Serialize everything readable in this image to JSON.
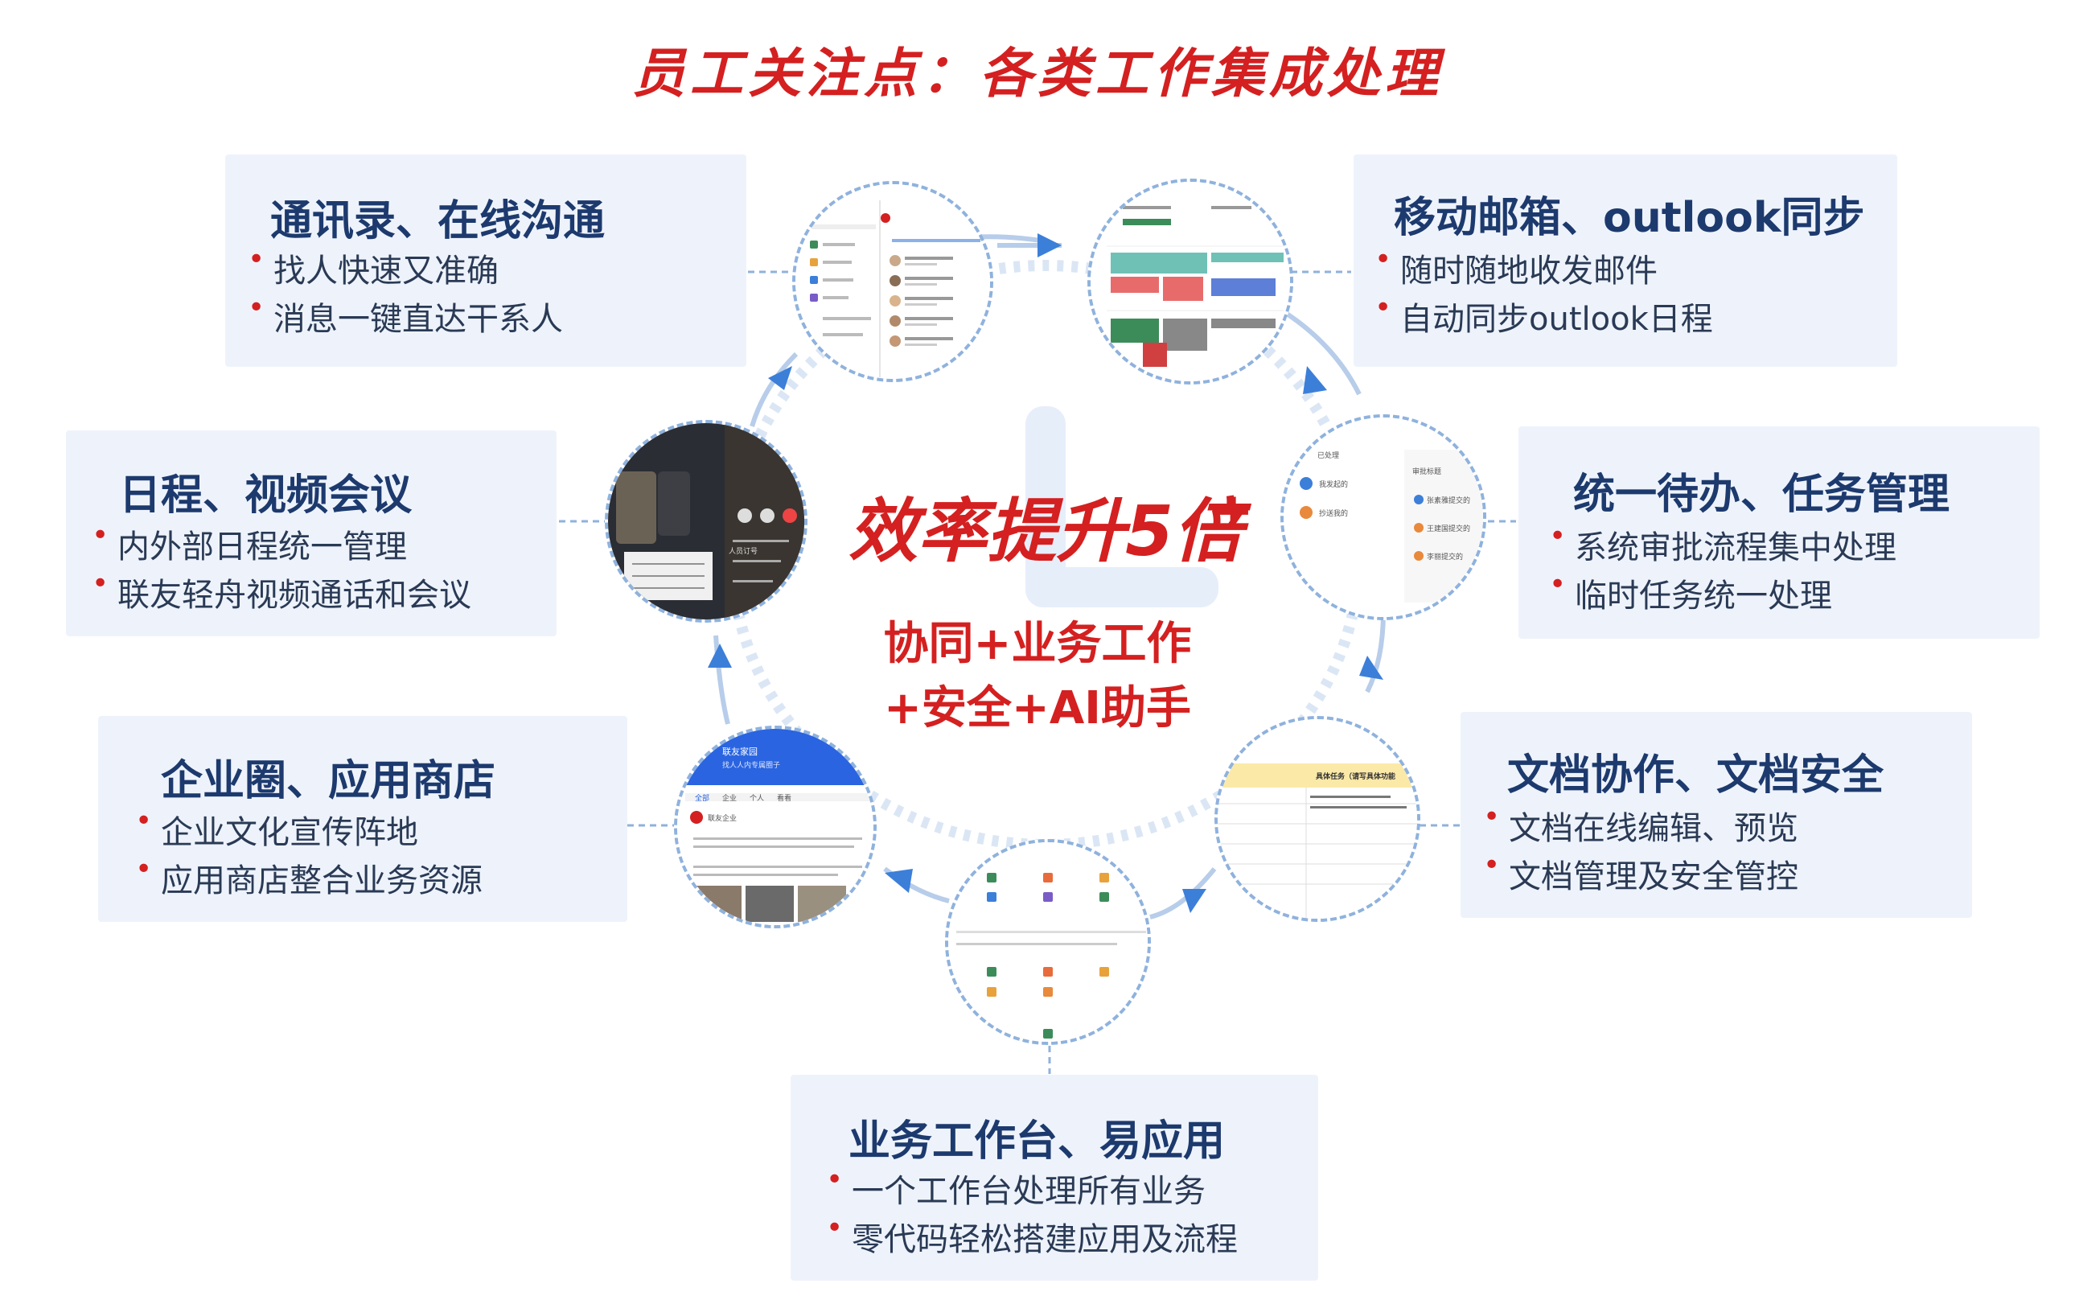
{
  "title": "员工关注点：各类工作集成处理",
  "center": {
    "headline": "效率提升5倍",
    "plus": "+",
    "line1": "协同+业务工作",
    "line2": "+安全+AI助手"
  },
  "cards": {
    "contacts": {
      "title": "通讯录、在线沟通",
      "items": [
        "找人快速又准确",
        "消息一键直达干系人"
      ]
    },
    "mail": {
      "title": "移动邮箱、outlook同步",
      "items": [
        "随时随地收发邮件",
        "自动同步outlook日程"
      ]
    },
    "schedule": {
      "title": "日程、视频会议",
      "items": [
        "内外部日程统一管理",
        "联友轻舟视频通话和会议"
      ]
    },
    "todo": {
      "title": "统一待办、任务管理",
      "items": [
        "系统审批流程集中处理",
        "临时任务统一处理"
      ]
    },
    "circle": {
      "title": "企业圈、应用商店",
      "items": [
        "企业文化宣传阵地",
        "应用商店整合业务资源"
      ]
    },
    "docs": {
      "title": "文档协作、文档安全",
      "items": [
        "文档在线编辑、预览",
        "文档管理及安全管控"
      ]
    },
    "workbench": {
      "title": "业务工作台、易应用",
      "items": [
        "一个工作台处理所有业务",
        "零代码轻松搭建应用及流程"
      ]
    }
  },
  "thumbnails": {
    "todo": {
      "tab": "已处理",
      "items": [
        "我发起的",
        "抄送我的"
      ],
      "panel_title": "审批标题",
      "panel_items": [
        "张素雅提交的",
        "王建国提交的",
        "李丽提交的"
      ]
    },
    "circle": {
      "header": "联友家园",
      "sub": "找人人内专属圈子",
      "tabs": [
        "全部",
        "企业",
        "个人",
        "看看"
      ],
      "poster": "联友企业"
    },
    "docs": {
      "header": "具体任务（请写具体功能"
    },
    "schedule": {
      "caller": "人员订号"
    }
  },
  "colors": {
    "accent": "#d42020",
    "heading": "#1d3a6e",
    "card_bg": "#eef3fb",
    "ring": "#8fb2dd",
    "arrow": "#3c7fd9"
  }
}
